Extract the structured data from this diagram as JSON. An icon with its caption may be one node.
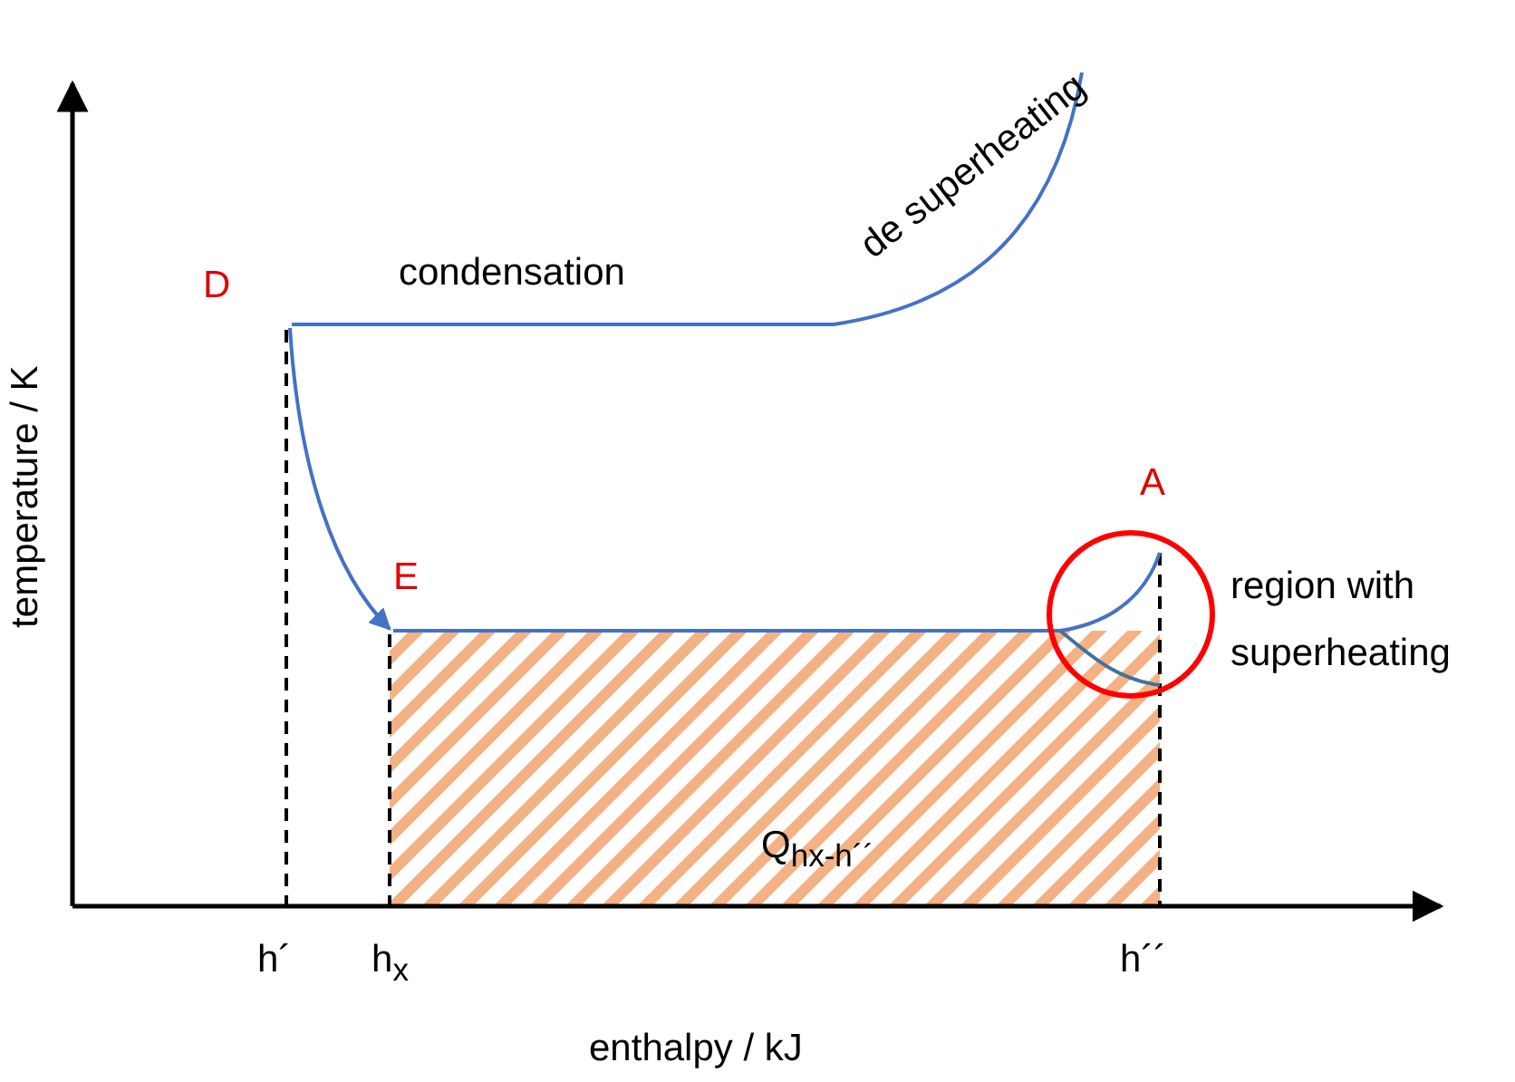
{
  "diagram": {
    "nodes": [
      {
        "text": [
          "D"
        ]
      },
      {
        "text": [
          "E"
        ]
      }
    ],
    "edges": [
      {
        "from": 0,
        "to": 1,
        "arrow": "to"
      }
    ],
    "labels": [
      "de superheating",
      "condensation",
      "A",
      "region with superheating",
      "temperature / K",
      "Q$_{hx-h´´}$",
      "h´",
      "h$_{x}$",
      "h´´",
      "enthalpy / kJ"
    ]
  }
}
